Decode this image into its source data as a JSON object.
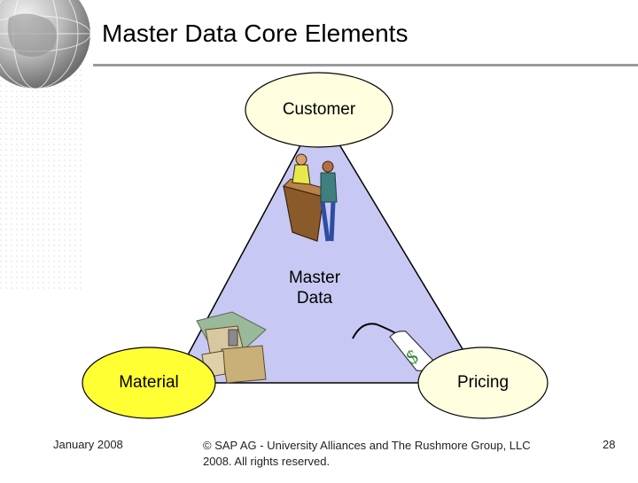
{
  "slide": {
    "title": "Master Data Core Elements"
  },
  "diagram": {
    "center_label_line1": "Master",
    "center_label_line2": "Data",
    "nodes": [
      {
        "label": "Customer"
      },
      {
        "label": "Material"
      },
      {
        "label": "Pricing"
      }
    ],
    "colors": {
      "triangle": "#c8c8f4",
      "customer_fill": "#ffffe0",
      "material_fill": "#ffff33",
      "pricing_fill": "#ffffe0"
    }
  },
  "footer": {
    "date": "January 2008",
    "copyright": "© SAP AG - University Alliances and The Rushmore Group, LLC 2008. All rights reserved.",
    "page_number": "28"
  }
}
